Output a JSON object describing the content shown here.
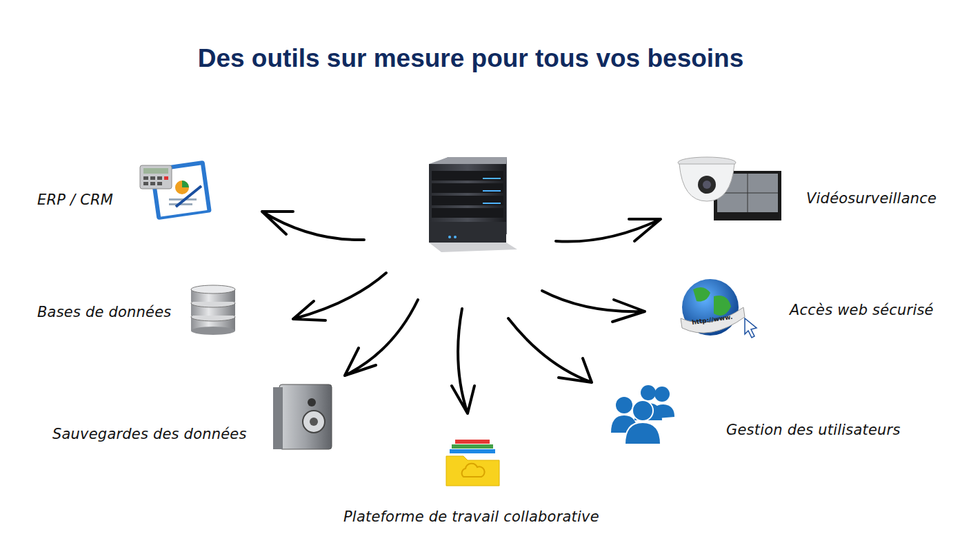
{
  "diagram": {
    "title": "Des outils sur mesure pour tous vos besoins",
    "labels": [
      "ERP / CRM",
      "Vidéosurveillance",
      "Bases de données",
      "Accès web sécurisé",
      "Sauvegardes des données",
      "Gestion des utilisateurs",
      "Plateforme de travail collaborative",
      "http://www."
    ]
  }
}
